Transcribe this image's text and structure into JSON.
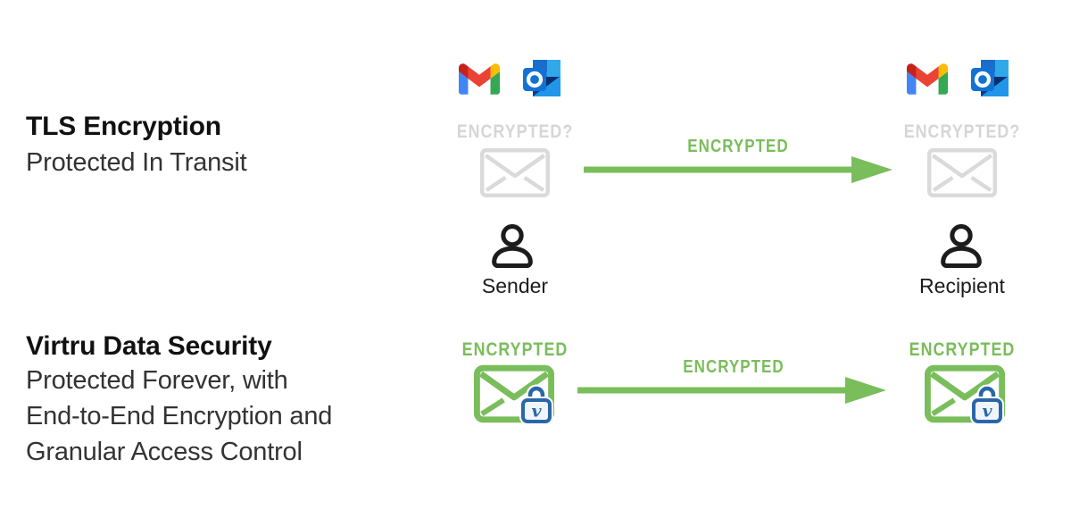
{
  "colors": {
    "green": "#7abd5b",
    "light_gray": "#d6d6d6",
    "text_dark": "#111111",
    "text_body": "#333333",
    "outlook_blue": "#1172d4",
    "lock_blue": "#2a67a8"
  },
  "tls_row": {
    "title": "TLS Encryption",
    "subtitle": "Protected In Transit",
    "sender_status": "ENCRYPTED?",
    "arrow_label": "ENCRYPTED",
    "recipient_status": "ENCRYPTED?"
  },
  "virtru_row": {
    "title": "Virtru Data Security",
    "subtitle_lines": [
      "Protected Forever, with",
      "End-to-End Encryption and",
      "Granular Access Control"
    ],
    "sender_status": "ENCRYPTED",
    "arrow_label": "ENCRYPTED",
    "recipient_status": "ENCRYPTED"
  },
  "actors": {
    "sender_label": "Sender",
    "recipient_label": "Recipient"
  },
  "icons": {
    "gmail": "gmail-icon",
    "outlook": "outlook-icon",
    "envelope_plain": "envelope-icon",
    "envelope_locked": "envelope-lock-icon",
    "person": "person-icon",
    "arrow": "arrow-right-icon",
    "lock_glyph": "v"
  }
}
